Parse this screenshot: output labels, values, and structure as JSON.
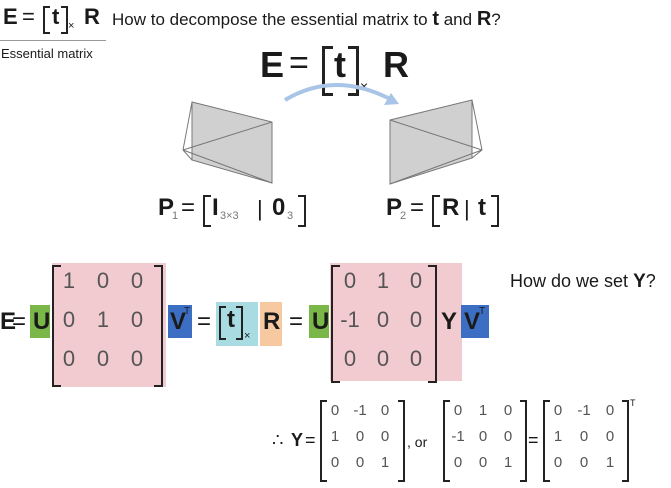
{
  "header": {
    "eq_E": "E",
    "eq_eq": "=",
    "eq_t": "t",
    "eq_x": "×",
    "eq_R": "R",
    "caption": "Essential matrix",
    "question_pre": "How to decompose the essential matrix to ",
    "question_t": "t",
    "question_and": " and ",
    "question_R": "R",
    "question_end": "?"
  },
  "center_eq": {
    "E": "E",
    "eq": "=",
    "t": "t",
    "x": "×",
    "R": "R"
  },
  "p1": {
    "P": "P",
    "sub": "1",
    "eq": "=",
    "I": "I",
    "I_sub": "3×3",
    "bar": "|",
    "zero": "0",
    "zero_sub": "3"
  },
  "p2": {
    "P": "P",
    "sub": "2",
    "eq": "=",
    "R": "R",
    "bar": "|",
    "t": "t"
  },
  "svd_row": {
    "E": "E",
    "eq1": "=",
    "U": "U",
    "sigma": [
      [
        "1",
        "0",
        "0"
      ],
      [
        "0",
        "1",
        "0"
      ],
      [
        "0",
        "0",
        "0"
      ]
    ],
    "V": "V",
    "VT_sup": "T",
    "eq2": "=",
    "t": "t",
    "x": "×",
    "R": "R",
    "eq3": "=",
    "U2": "U",
    "W": [
      [
        "0",
        "1",
        "0"
      ],
      [
        "-1",
        "0",
        "0"
      ],
      [
        "0",
        "0",
        "0"
      ]
    ],
    "Y": "Y",
    "V2": "V",
    "V2T_sup": "T"
  },
  "question_y": {
    "text": "How do we set ",
    "Y": "Y",
    "q": "?"
  },
  "therefore": {
    "sym": "∴",
    "Y": "Y",
    "eq": "=",
    "m1": [
      [
        "0",
        "-1",
        "0"
      ],
      [
        "1",
        "0",
        "0"
      ],
      [
        "0",
        "0",
        "1"
      ]
    ],
    "or": ", or",
    "m2": [
      [
        "0",
        "1",
        "0"
      ],
      [
        "-1",
        "0",
        "0"
      ],
      [
        "0",
        "0",
        "1"
      ]
    ],
    "eq2": "=",
    "m3": [
      [
        "0",
        "-1",
        "0"
      ],
      [
        "1",
        "0",
        "0"
      ],
      [
        "0",
        "0",
        "1"
      ]
    ],
    "m3_sup": "T"
  }
}
